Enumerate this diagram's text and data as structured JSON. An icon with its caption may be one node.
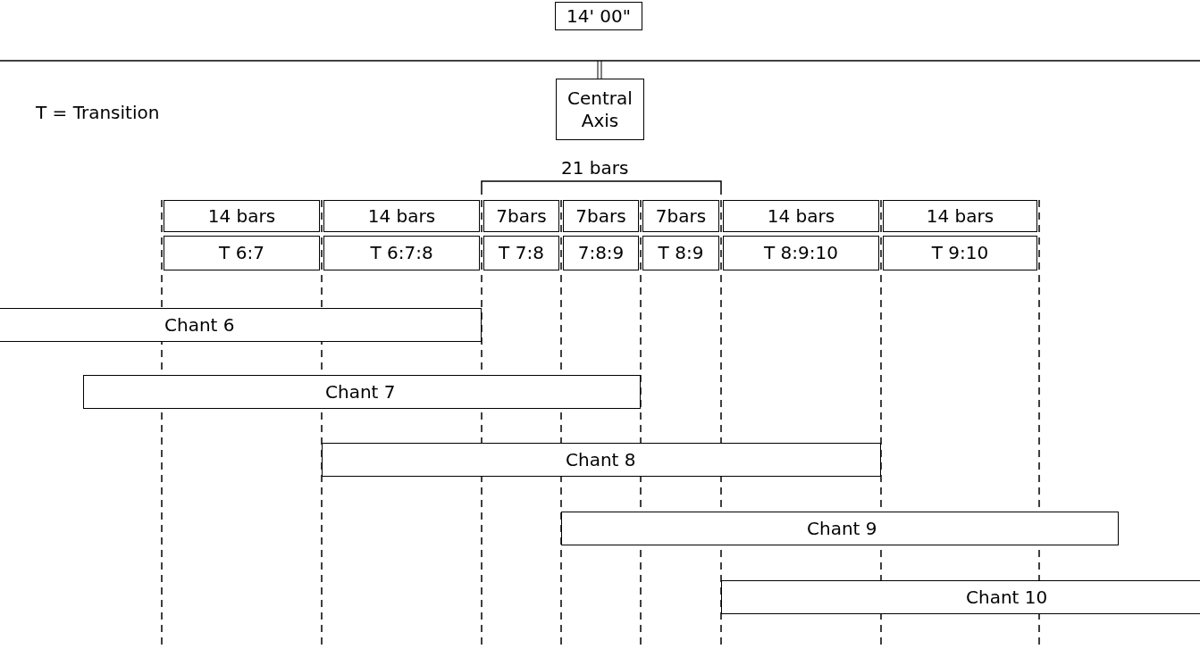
{
  "diagram": {
    "nodes": [
      {
        "text": [
          "14' 00\""
        ]
      },
      {
        "text": [
          "Central Axis"
        ]
      },
      {
        "text": [
          "14 bars"
        ]
      },
      {
        "text": [
          "14 bars"
        ]
      },
      {
        "text": [
          "7bars"
        ]
      },
      {
        "text": [
          "7bars"
        ]
      },
      {
        "text": [
          "7bars"
        ]
      },
      {
        "text": [
          "14 bars"
        ]
      },
      {
        "text": [
          "14 bars"
        ]
      },
      {
        "text": [
          "T 6:7"
        ]
      },
      {
        "text": [
          "T 6:7:8"
        ]
      },
      {
        "text": [
          "T 7:8"
        ]
      },
      {
        "text": [
          "7:8:9"
        ]
      },
      {
        "text": [
          "T 8:9"
        ]
      },
      {
        "text": [
          "T 8:9:10"
        ]
      },
      {
        "text": [
          "T 9:10"
        ]
      },
      {
        "text": [
          "Chant 6"
        ]
      },
      {
        "text": [
          "Chant 7"
        ]
      },
      {
        "text": [
          "Chant 8"
        ]
      },
      {
        "text": [
          "Chant 9"
        ]
      },
      {
        "text": [
          "Chant 10"
        ]
      }
    ],
    "labels": [
      "T = Transition",
      "21 bars"
    ]
  }
}
